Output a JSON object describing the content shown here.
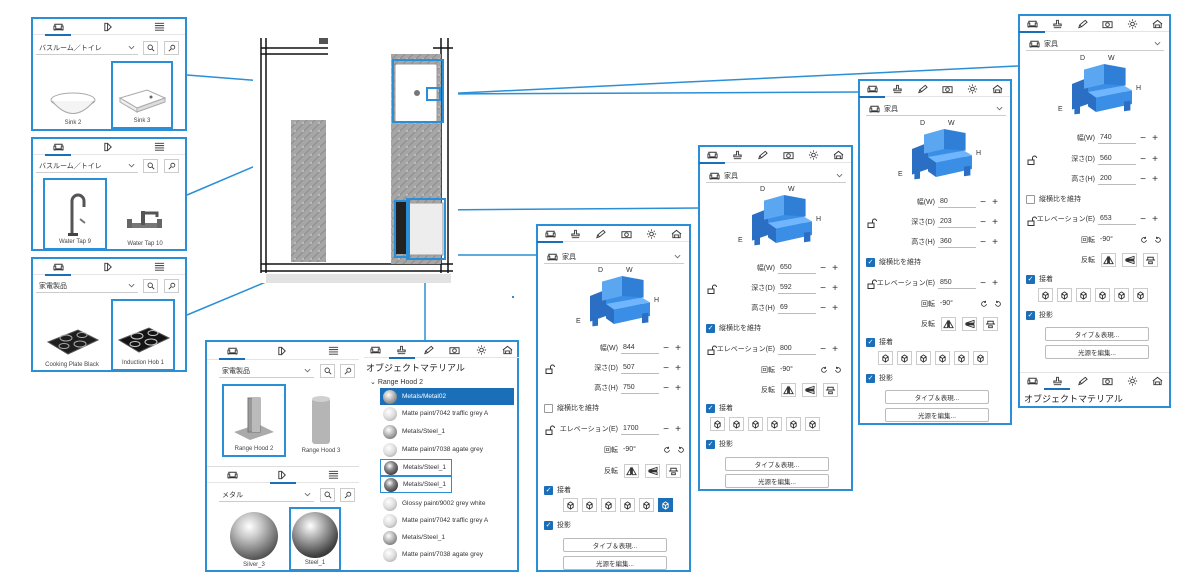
{
  "panel_sink": {
    "category": "バスルーム／トイレ",
    "items": [
      "Sink 2",
      "Sink 3"
    ]
  },
  "panel_tap": {
    "category": "バスルーム／トイレ",
    "items": [
      "Water Tap 9",
      "Water Tap 10"
    ]
  },
  "panel_hob": {
    "category": "家電製品",
    "items": [
      "Cooking Plate Black",
      "Induction Hob 1"
    ]
  },
  "panel_hood": {
    "category": "家電製品",
    "items": [
      "Range Hood 2",
      "Range Hood 3"
    ],
    "material_category": "メタル",
    "materials": [
      "Silver_3",
      "Steel_1"
    ]
  },
  "material_panel": {
    "title": "オブジェクトマテリアル",
    "group": "Range Hood 2",
    "rows": [
      "Metals/Metal02",
      "Matte paint/7042 traffic grey A",
      "Metals/Steel_1",
      "Matte paint/7038 agate grey",
      "Metals/Steel_1",
      "Metals/Steel_1",
      "Glossy paint/9002 grey white",
      "Matte paint/7042 traffic grey A",
      "Metals/Steel_1",
      "Matte paint/7038 agate grey"
    ]
  },
  "props": [
    {
      "category": "家具",
      "width": "844",
      "depth": "507",
      "height": "750",
      "elevation": "1700",
      "rotation": "-90°"
    },
    {
      "category": "家具",
      "width": "650",
      "depth": "592",
      "height": "69",
      "elevation": "800",
      "rotation": "-90°"
    },
    {
      "category": "家具",
      "width": "80",
      "depth": "203",
      "height": "360",
      "elevation": "850",
      "rotation": "-90°"
    },
    {
      "category": "家具",
      "width": "740",
      "depth": "560",
      "height": "200",
      "elevation": "653",
      "rotation": "-90°"
    }
  ],
  "labels": {
    "width": "幅(W)",
    "depth": "深さ(D)",
    "height": "高さ(H)",
    "keep_ratio": "縦横比を維持",
    "elevation": "エレベーション(E)",
    "rotation": "回転",
    "mirror": "反転",
    "snap": "接着",
    "shadow": "投影",
    "type_button": "タイプ＆表現...",
    "light_button": "光源を編集...",
    "dim_d": "D",
    "dim_w": "W",
    "dim_h": "H",
    "dim_e": "E"
  },
  "bottom_title": "オブジェクトマテリアル",
  "colors": {
    "accent": "#2a8fd6",
    "selected": "#1b6fb8",
    "chair": "#3b8ee6"
  }
}
